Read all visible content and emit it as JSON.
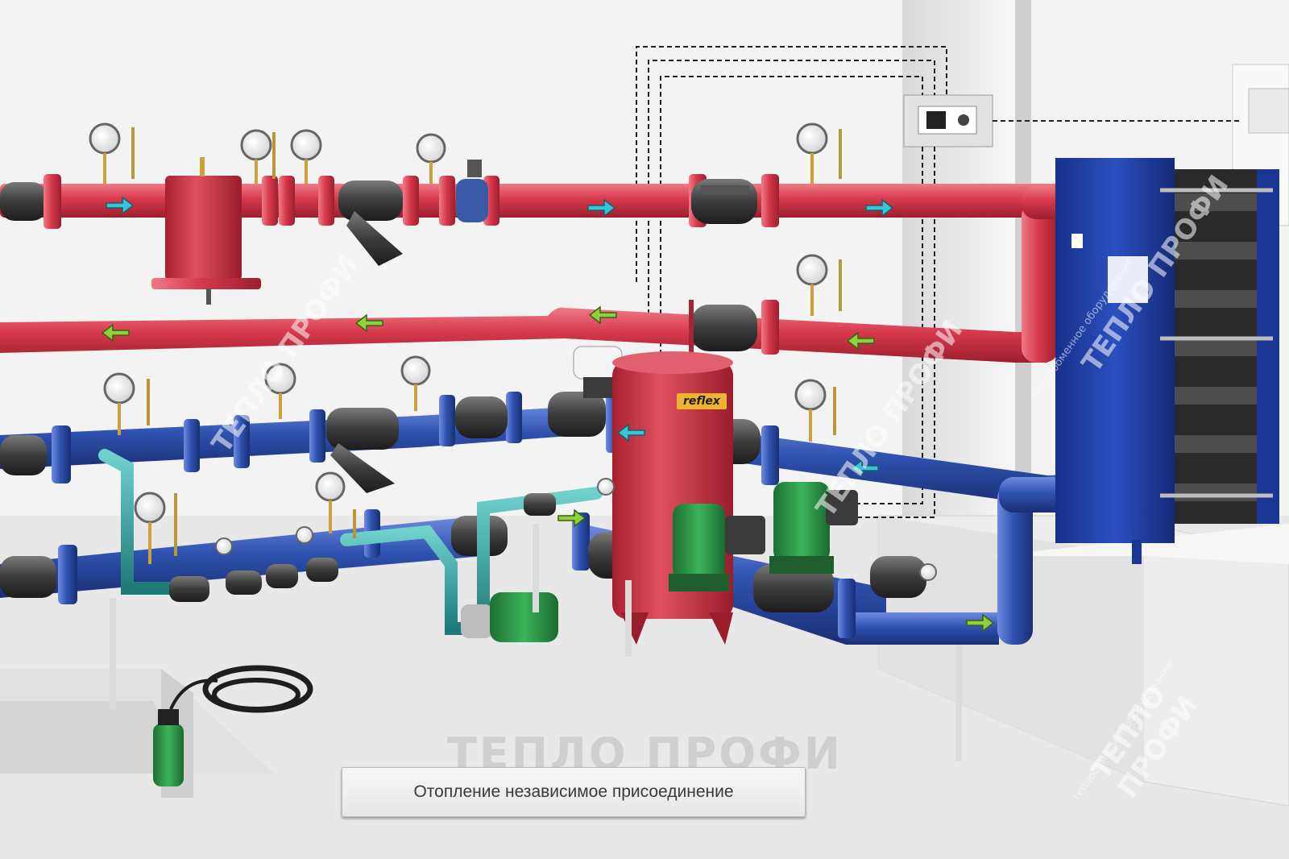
{
  "caption": "Отопление независимое присоединение",
  "watermark": {
    "brand": "ТЕПЛО ПРОФИ",
    "sub": "теплообменное оборудование"
  },
  "equipment": {
    "tank_brand": "reflex"
  },
  "colors": {
    "hot_pipe": "#d23a4c",
    "cold_pipe": "#2b4fa8",
    "teal_pipe": "#2a9a96",
    "heat_exchanger": "#1f3ea6",
    "valve_body": "#3a3a3a",
    "pump_green": "#2f9a4a",
    "arrow_cyan": "#35c6d8",
    "arrow_green": "#8fd13a",
    "background": "#f2f2f2"
  }
}
